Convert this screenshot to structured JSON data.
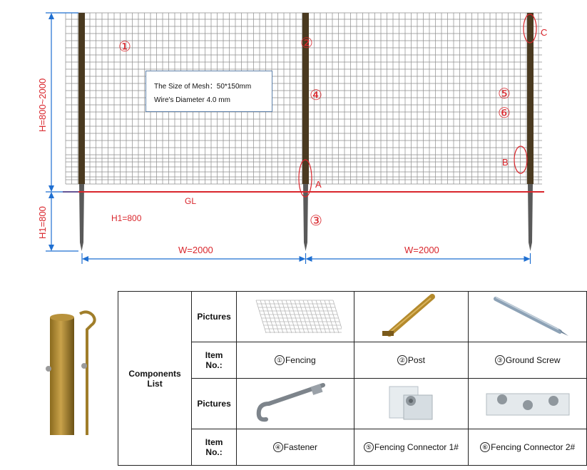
{
  "markers": {
    "m1": "①",
    "m2": "②",
    "m3": "③",
    "m4": "④",
    "m5": "⑤",
    "m6": "⑥",
    "a": "A",
    "b": "B",
    "c": "C"
  },
  "dimensions": {
    "height": "H=800~2000",
    "h1_vertical": "H1=800",
    "h1_inline": "H1=800",
    "ground_level": "GL",
    "width_left": "W=2000",
    "width_right": "W=2000"
  },
  "spec": {
    "mesh_size": "The Size of Mesh：50*150mm",
    "wire_diameter": "Wire's Diameter   4.0 mm"
  },
  "components": {
    "title_line1": "Components",
    "title_line2": "List",
    "pictures_label_1": "Pictures",
    "pictures_label_2": "Pictures",
    "item_label_1": "Item",
    "no_label_1": "No.:",
    "item_label_2": "Item",
    "no_label_2": "No.:",
    "items": [
      {
        "num": "①",
        "name": "Fencing"
      },
      {
        "num": "②",
        "name": "Post"
      },
      {
        "num": "③",
        "name": "Ground Screw"
      },
      {
        "num": "④",
        "name": "Fastener"
      },
      {
        "num": "⑤",
        "name": "Fencing Connector 1#"
      },
      {
        "num": "⑥",
        "name": "Fencing Connector 2#"
      }
    ]
  },
  "colors": {
    "accent_red": "#d9262c",
    "dimension_blue": "#1f6fd1",
    "post_brown": "#4a3a20"
  }
}
